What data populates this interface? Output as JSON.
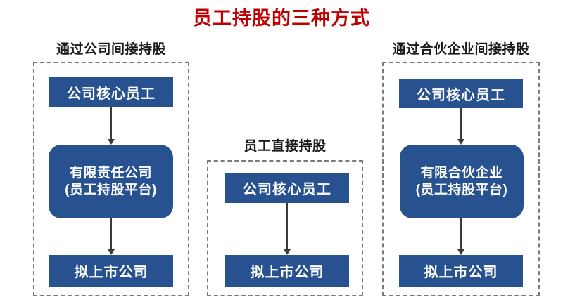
{
  "title": "员工持股的三种方式",
  "colors": {
    "title_red": "#C00000",
    "box_blue": "#27518F",
    "header_black": "#1A1A1A",
    "arrow_gray": "#3A3A3A",
    "dash_gray": "#7A7A7A",
    "box_text": "#FFFFFF"
  },
  "columns": [
    {
      "header": "通过公司间接持股",
      "top_box": "公司核心员工",
      "platform_line1": "有限责任公司",
      "platform_line2": "(员工持股平台)",
      "bottom_box": "拟上市公司"
    },
    {
      "header": "员工直接持股",
      "top_box": "公司核心员工",
      "bottom_box": "拟上市公司"
    },
    {
      "header": "通过合伙企业间接持股",
      "top_box": "公司核心员工",
      "platform_line1": "有限合伙企业",
      "platform_line2": "(员工持股平台)",
      "bottom_box": "拟上市公司"
    }
  ]
}
